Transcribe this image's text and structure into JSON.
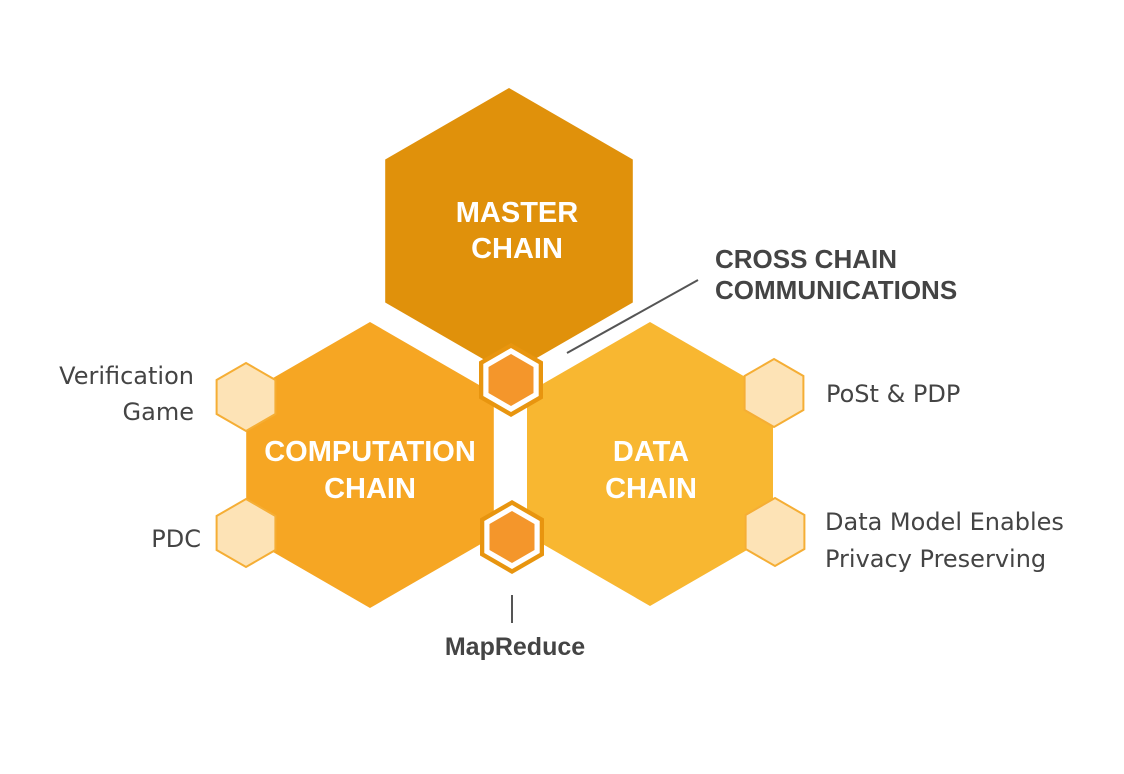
{
  "diagram": {
    "hexagons": {
      "master": {
        "lines": [
          "MASTER",
          "CHAIN"
        ],
        "color": "#e0910b"
      },
      "computation": {
        "lines": [
          "COMPUTATION",
          "CHAIN"
        ],
        "color": "#f6a623"
      },
      "data": {
        "lines": [
          "DATA",
          "CHAIN"
        ],
        "color": "#f8b731"
      }
    },
    "connectors": {
      "cross_chain": {
        "lines": [
          "CROSS CHAIN",
          "COMMUNICATIONS"
        ]
      },
      "mapreduce": {
        "label": "MapReduce"
      },
      "outer_color": "#e8950f",
      "ring_color": "#ffffff",
      "inner_color": "#f4962b"
    },
    "features": {
      "verification_game": [
        "Verification",
        "Game"
      ],
      "pdc": "PDC",
      "post_pdp": "PoSt & PDP",
      "privacy": [
        "Data Model Enables",
        "Privacy Preserving"
      ],
      "fill": "#fde3b6",
      "stroke": "#f5ae35"
    },
    "label_color": "#ffffff",
    "text_color": "#444444"
  }
}
